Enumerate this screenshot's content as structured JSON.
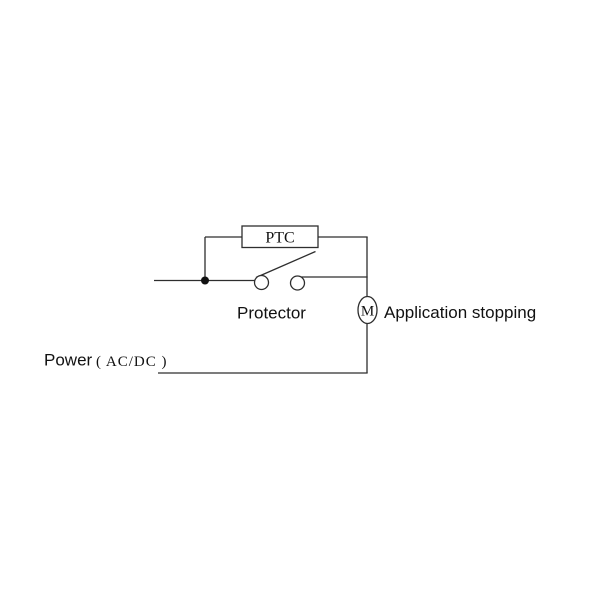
{
  "canvas": {
    "background": "#ffffff",
    "wire_color": "#2e2e2e",
    "text_color": "#111111"
  },
  "components": {
    "ptc": {
      "label": "PTC",
      "type": "ptc-thermistor-box"
    },
    "protector_switch": {
      "caption": "Protector",
      "type": "contact-switch-with-lever"
    },
    "motor": {
      "label": "M",
      "caption": "Application stopping",
      "type": "motor-circle"
    },
    "power": {
      "label": "Power",
      "detail": "（AC/DC）"
    }
  }
}
